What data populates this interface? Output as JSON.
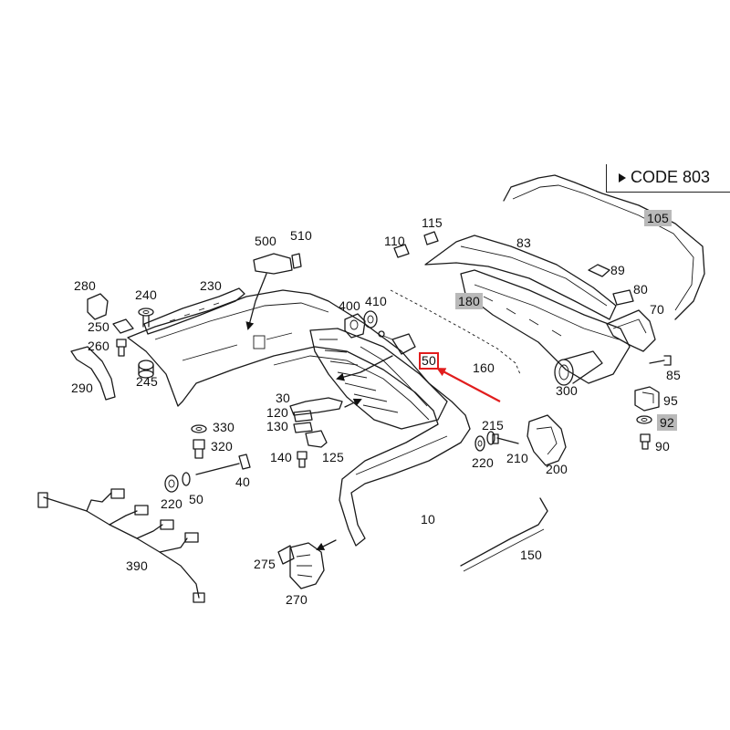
{
  "code_label": "CODE 803",
  "colors": {
    "highlight": "#e11d1d",
    "grey_tag": "#b9b9b9",
    "line": "#1a1a1a"
  },
  "labels": {
    "p10": "10",
    "p30": "30",
    "p40": "40",
    "p50a": "50",
    "p50b": "50",
    "p70": "70",
    "p80": "80",
    "p83": "83",
    "p85": "85",
    "p89": "89",
    "p90": "90",
    "p92": "92",
    "p95": "95",
    "p105": "105",
    "p110": "110",
    "p115": "115",
    "p120": "120",
    "p125": "125",
    "p130": "130",
    "p140": "140",
    "p150": "150",
    "p160": "160",
    "p180": "180",
    "p200": "200",
    "p210": "210",
    "p215": "215",
    "p220a": "220",
    "p220b": "220",
    "p230": "230",
    "p240": "240",
    "p245": "245",
    "p250": "250",
    "p260": "260",
    "p270": "270",
    "p275": "275",
    "p280": "280",
    "p290": "290",
    "p300": "300",
    "p320": "320",
    "p330": "330",
    "p390": "390",
    "p400": "400",
    "p410": "410",
    "p500": "500",
    "p510": "510"
  }
}
